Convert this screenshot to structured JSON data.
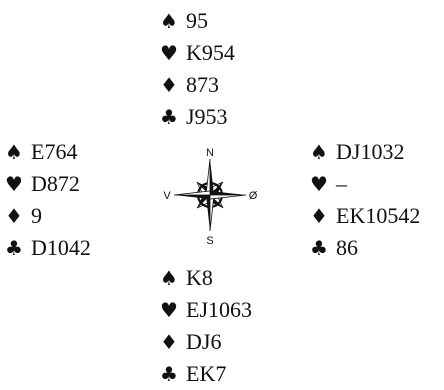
{
  "hands": {
    "north": [
      {
        "suit": "spades",
        "symbol": "♠",
        "cards": "95"
      },
      {
        "suit": "hearts",
        "symbol": "♥",
        "cards": "K954"
      },
      {
        "suit": "diamonds",
        "symbol": "♦",
        "cards": "873"
      },
      {
        "suit": "clubs",
        "symbol": "♣",
        "cards": "J953"
      }
    ],
    "west": [
      {
        "suit": "spades",
        "symbol": "♠",
        "cards": "E764"
      },
      {
        "suit": "hearts",
        "symbol": "♥",
        "cards": "D872"
      },
      {
        "suit": "diamonds",
        "symbol": "♦",
        "cards": "9"
      },
      {
        "suit": "clubs",
        "symbol": "♣",
        "cards": "D1042"
      }
    ],
    "east": [
      {
        "suit": "spades",
        "symbol": "♠",
        "cards": "DJ1032"
      },
      {
        "suit": "hearts",
        "symbol": "♥",
        "cards": "–"
      },
      {
        "suit": "diamonds",
        "symbol": "♦",
        "cards": "EK10542"
      },
      {
        "suit": "clubs",
        "symbol": "♣",
        "cards": "86"
      }
    ],
    "south": [
      {
        "suit": "spades",
        "symbol": "♠",
        "cards": "K8"
      },
      {
        "suit": "hearts",
        "symbol": "♥",
        "cards": "EJ1063"
      },
      {
        "suit": "diamonds",
        "symbol": "♦",
        "cards": "DJ6"
      },
      {
        "suit": "clubs",
        "symbol": "♣",
        "cards": "EK7"
      }
    ]
  },
  "compass": {
    "north": "N",
    "south": "S",
    "west": "V",
    "east": "Ø"
  },
  "colors": {
    "text": "#111111",
    "background": "#ffffff"
  }
}
